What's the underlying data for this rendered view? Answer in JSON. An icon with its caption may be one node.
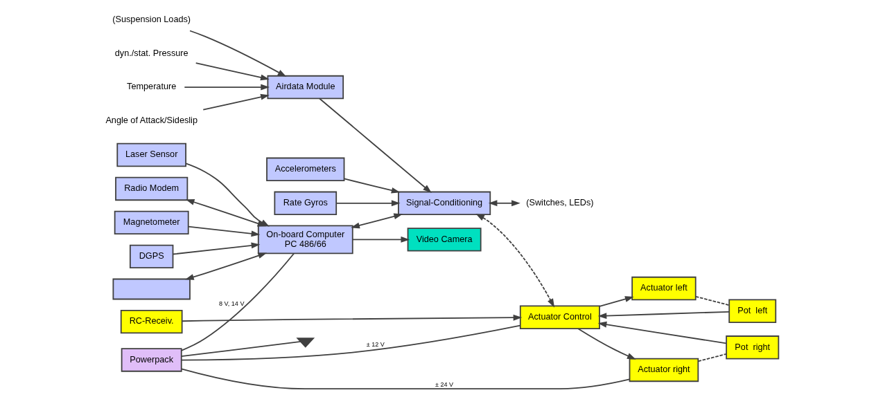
{
  "diagram": {
    "nodes": [
      {
        "text": [
          "RC-Receiv."
        ]
      },
      {
        "text": [
          "Actuator Control"
        ]
      },
      {
        "text": [
          "Actuator left"
        ]
      },
      {
        "text": [
          "Actuator right"
        ]
      },
      {
        "text": [
          "Pot  left"
        ]
      },
      {
        "text": [
          "Pot  right"
        ]
      },
      {
        "text": [
          "Powerpack"
        ]
      },
      {
        "text": [],
        "shape": "ground"
      },
      {
        "text": [
          "Magnetometer"
        ]
      },
      {
        "text": [
          "DGPS"
        ]
      },
      {
        "text": [],
        "shape": "box"
      },
      {
        "text": [
          "Laser Sensor"
        ]
      },
      {
        "text": [
          "Radio Modem"
        ]
      },
      {
        "text": [
          "On-board Computer",
          "PC 486/66"
        ]
      },
      {
        "text": [
          "Video Camera"
        ]
      },
      {
        "text": [
          "Signal-Conditioning"
        ]
      },
      {
        "text": [
          "Airdata Module"
        ]
      },
      {
        "text": [
          "Accelerometers"
        ]
      },
      {
        "text": [
          "Rate Gyros"
        ]
      },
      {
        "text": [
          "dyn./stat. Pressure"
        ]
      },
      {
        "text": [
          "Temperature"
        ]
      },
      {
        "text": [
          "Angle of Attack/Sideslip"
        ]
      },
      {
        "text": [
          "(Suspension Loads)"
        ]
      },
      {
        "text": [
          "(Switches, LEDs)"
        ]
      }
    ],
    "edges": [
      {
        "from": 0,
        "to": 1,
        "arrow": "to"
      },
      {
        "from": 1,
        "to": 2,
        "arrow": "to"
      },
      {
        "from": 1,
        "to": 3,
        "arrow": "to"
      },
      {
        "from": 2,
        "to": 4,
        "arrow": "none",
        "style": "dashed"
      },
      {
        "from": 3,
        "to": 5,
        "arrow": "none",
        "style": "dashed"
      },
      {
        "from": 4,
        "to": 1,
        "arrow": "to"
      },
      {
        "from": 5,
        "to": 1,
        "arrow": "to"
      },
      {
        "from": 6,
        "to": 1,
        "arrow": "none",
        "label": "± 12 V"
      },
      {
        "from": 6,
        "to": 3,
        "arrow": "none",
        "label": "± 24 V"
      },
      {
        "from": 6,
        "to": 13,
        "arrow": "none",
        "label": "8 V, 14 V"
      },
      {
        "from": 6,
        "to": 7,
        "arrow": "none"
      },
      {
        "from": 8,
        "to": 13,
        "arrow": "to"
      },
      {
        "from": 9,
        "to": 13,
        "arrow": "to"
      },
      {
        "from": 10,
        "to": 13,
        "arrow": "both"
      },
      {
        "from": 11,
        "to": 13,
        "arrow": "to"
      },
      {
        "from": 12,
        "to": 13,
        "arrow": "both"
      },
      {
        "from": 13,
        "to": 14,
        "arrow": "to"
      },
      {
        "from": 13,
        "to": 15,
        "arrow": "both"
      },
      {
        "from": 15,
        "to": 1,
        "arrow": "both",
        "style": "dashed"
      },
      {
        "from": 16,
        "to": 15,
        "arrow": "to"
      },
      {
        "from": 17,
        "to": 15,
        "arrow": "to"
      },
      {
        "from": 18,
        "to": 15,
        "arrow": "to"
      },
      {
        "from": 19,
        "to": 16,
        "arrow": "to"
      },
      {
        "from": 20,
        "to": 16,
        "arrow": "to"
      },
      {
        "from": 21,
        "to": 16,
        "arrow": "to"
      },
      {
        "from": 22,
        "to": 16,
        "arrow": "to"
      },
      {
        "from": 15,
        "to": 23,
        "arrow": "both"
      }
    ]
  }
}
